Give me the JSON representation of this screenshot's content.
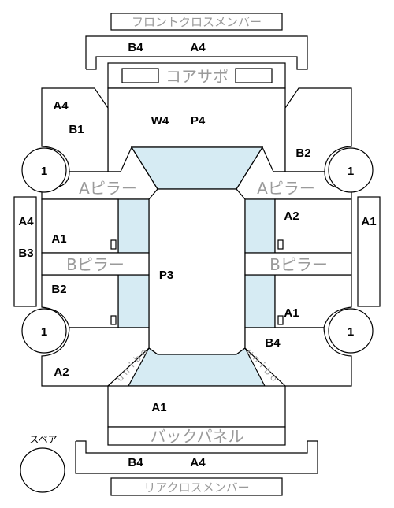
{
  "labels": {
    "front_cross_member": "フロントクロスメンバー",
    "core_support": "コアサポ",
    "a_pillar_left": "Aピラー",
    "a_pillar_right": "Aピラー",
    "b_pillar_left": "Bピラー",
    "b_pillar_right": "Bピラー",
    "back_panel": "バックパネル",
    "rear_cross_member": "リアクロスメンバー",
    "spare": "スペア",
    "unibody_front_left": "ｕｎｉｂｏ",
    "unibody_front_right": "ｕｎｉｂｏ"
  },
  "grades": {
    "front_member_b": "B4",
    "front_member_a": "A4",
    "front_left_fender_a": "A4",
    "front_left_fender_b": "B1",
    "hood_w": "W4",
    "hood_p": "P4",
    "front_right_fender_b": "B2",
    "front_left_tire": "1",
    "front_right_tire": "1",
    "left_sill_a": "A4",
    "left_sill_b": "B3",
    "right_sill_a": "A1",
    "left_front_door": "A1",
    "right_front_door": "A2",
    "left_rear_door": "B2",
    "right_rear_door": "A1",
    "roof_p": "P3",
    "rear_left_tire": "1",
    "rear_right_tire": "1",
    "right_quarter_b": "B4",
    "left_quarter_a": "A2",
    "trunk_a": "A1",
    "rear_member_b": "B4",
    "rear_member_a": "A4"
  },
  "colors": {
    "glass": "#d6ebf3",
    "faded_label": "#9a9a9a",
    "line": "#000000"
  }
}
